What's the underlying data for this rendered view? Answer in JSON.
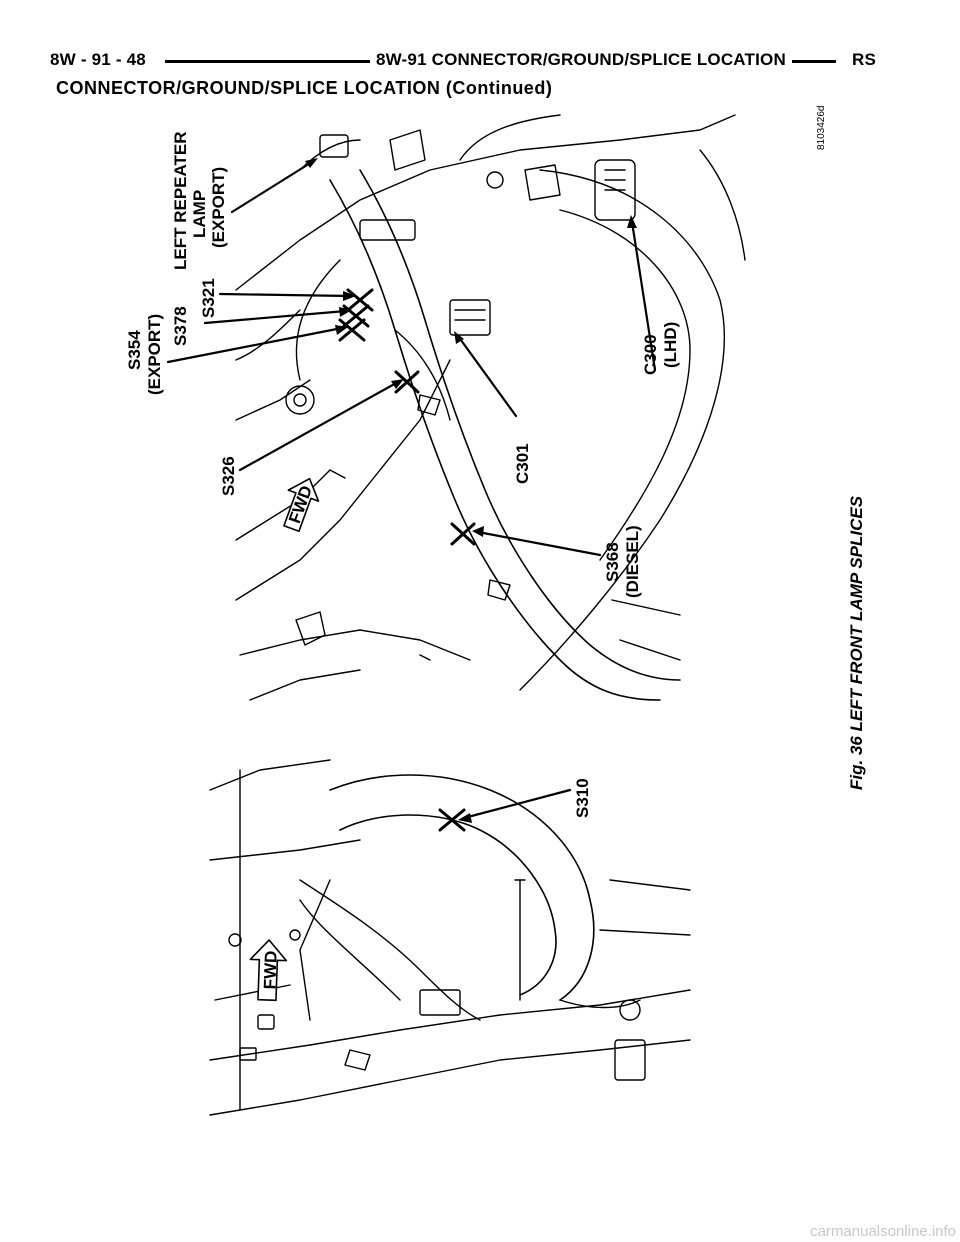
{
  "header": {
    "page_ref": "8W - 91 - 48",
    "section": "8W-91 CONNECTOR/GROUND/SPLICE LOCATION",
    "model": "RS"
  },
  "section_title": "CONNECTOR/GROUND/SPLICE LOCATION (Continued)",
  "figure": {
    "caption": "Fig. 36 LEFT FRONT LAMP SPLICES",
    "figure_id": "8103426d",
    "fwd_label": "FWD",
    "callouts": {
      "left_repeater_lamp": [
        "LEFT REPEATER",
        "LAMP",
        "(EXPORT)"
      ],
      "s321": "S321",
      "s378": "S378",
      "s354": [
        "S354",
        "(EXPORT)"
      ],
      "s326": "S326",
      "c301": "C301",
      "c300": [
        "C300",
        "(LHD)"
      ],
      "s368": [
        "S368",
        "(DIESEL)"
      ],
      "s310": "S310"
    }
  },
  "watermark": "carmanualsonline.info"
}
